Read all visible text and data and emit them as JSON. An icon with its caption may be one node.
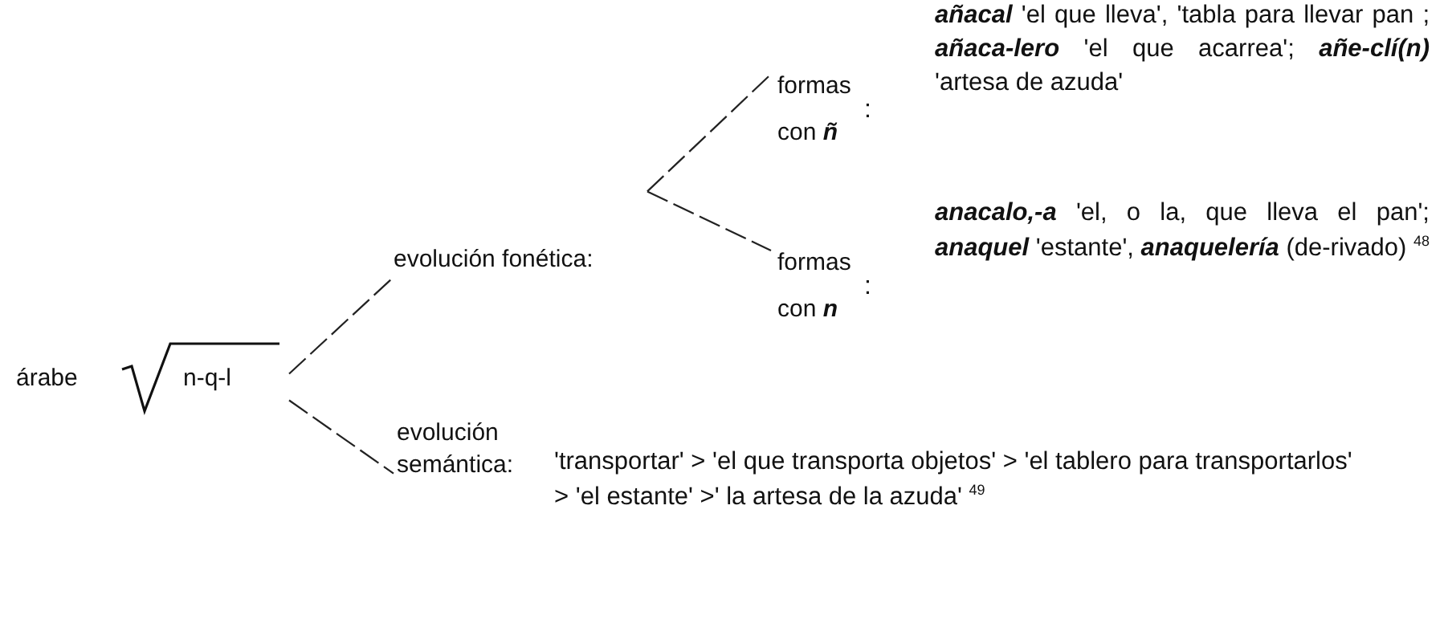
{
  "diagram": {
    "nodes": [
      {
        "text": [
          "árabe",
          "n-q-l"
        ]
      },
      {
        "text": [
          "evolución fonética:"
        ]
      },
      {
        "text": [
          "formas con *ñ*"
        ],
        "beside": [
          ":",
          "*añacal* 'el que lleva', 'tabla para llevar pan ; *añaca-lero* 'el que acarrea'; *añe-clí(n)* 'artesa de azuda'"
        ]
      },
      {
        "text": [
          "formas con *n*"
        ],
        "beside": [
          ":",
          "*anacalo,-a* 'el, o la, que lleva el pan'; *anaquel* 'estante', *anaquelería* (de-rivado) $^{48}$"
        ]
      },
      {
        "text": [
          "evolución semántica:"
        ],
        "beside": [
          "'transportar' > 'el que transporta objetos' > 'el tablero para transportarlos' > 'el estante' >' la artesa de la azuda' $^{49}$"
        ]
      }
    ],
    "edges": [
      {
        "from": 0,
        "to": 1,
        "arrow": "none",
        "style": "dashed"
      },
      {
        "from": 0,
        "to": 4,
        "arrow": "none",
        "style": "dashed"
      },
      {
        "from": 1,
        "to": 2,
        "arrow": "none",
        "style": "dashed"
      },
      {
        "from": 1,
        "to": 3,
        "arrow": "none",
        "style": "dashed"
      }
    ]
  }
}
